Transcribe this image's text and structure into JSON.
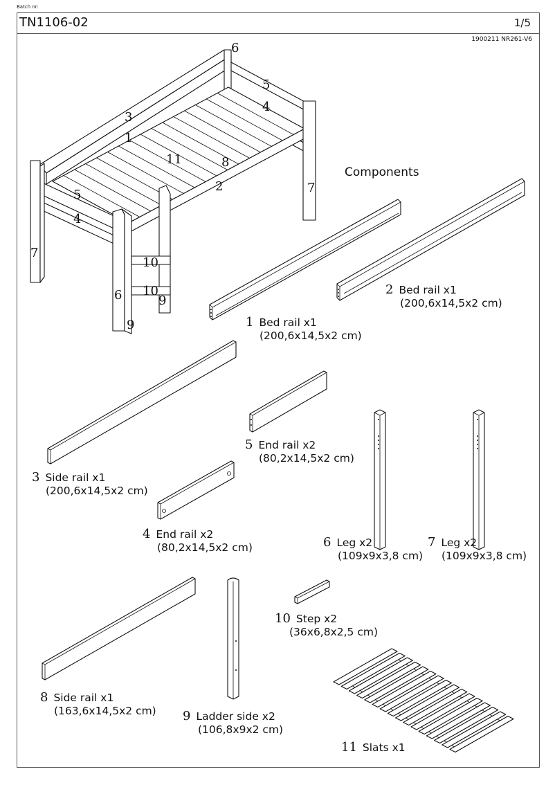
{
  "header": {
    "batch_label": "Batch nr:",
    "doc_id": "TN1106-02",
    "page": "1/5",
    "code": "1900211   NR261-V6"
  },
  "heading": "Components",
  "assembly_callouts": [
    "1",
    "2",
    "3",
    "4",
    "4",
    "5",
    "5",
    "6",
    "6",
    "7",
    "7",
    "8",
    "9",
    "9",
    "10",
    "10",
    "11"
  ],
  "parts": [
    {
      "num": "1",
      "name": "Bed rail x1",
      "dims": "(200,6x14,5x2 cm)"
    },
    {
      "num": "2",
      "name": "Bed rail x1",
      "dims": "(200,6x14,5x2 cm)"
    },
    {
      "num": "3",
      "name": "Side rail x1",
      "dims": "(200,6x14,5x2 cm)"
    },
    {
      "num": "4",
      "name": "End rail x2",
      "dims": "(80,2x14,5x2 cm)"
    },
    {
      "num": "5",
      "name": "End rail x2",
      "dims": "(80,2x14,5x2 cm)"
    },
    {
      "num": "6",
      "name": "Leg x2",
      "dims": "(109x9x3,8 cm)"
    },
    {
      "num": "7",
      "name": "Leg x2",
      "dims": "(109x9x3,8 cm)"
    },
    {
      "num": "8",
      "name": "Side rail x1",
      "dims": "(163,6x14,5x2 cm)"
    },
    {
      "num": "9",
      "name": "Ladder side x2",
      "dims": "(106,8x9x2 cm)"
    },
    {
      "num": "10",
      "name": "Step x2",
      "dims": "(36x6,8x2,5 cm)"
    },
    {
      "num": "11",
      "name": "Slats x1",
      "dims": ""
    }
  ]
}
